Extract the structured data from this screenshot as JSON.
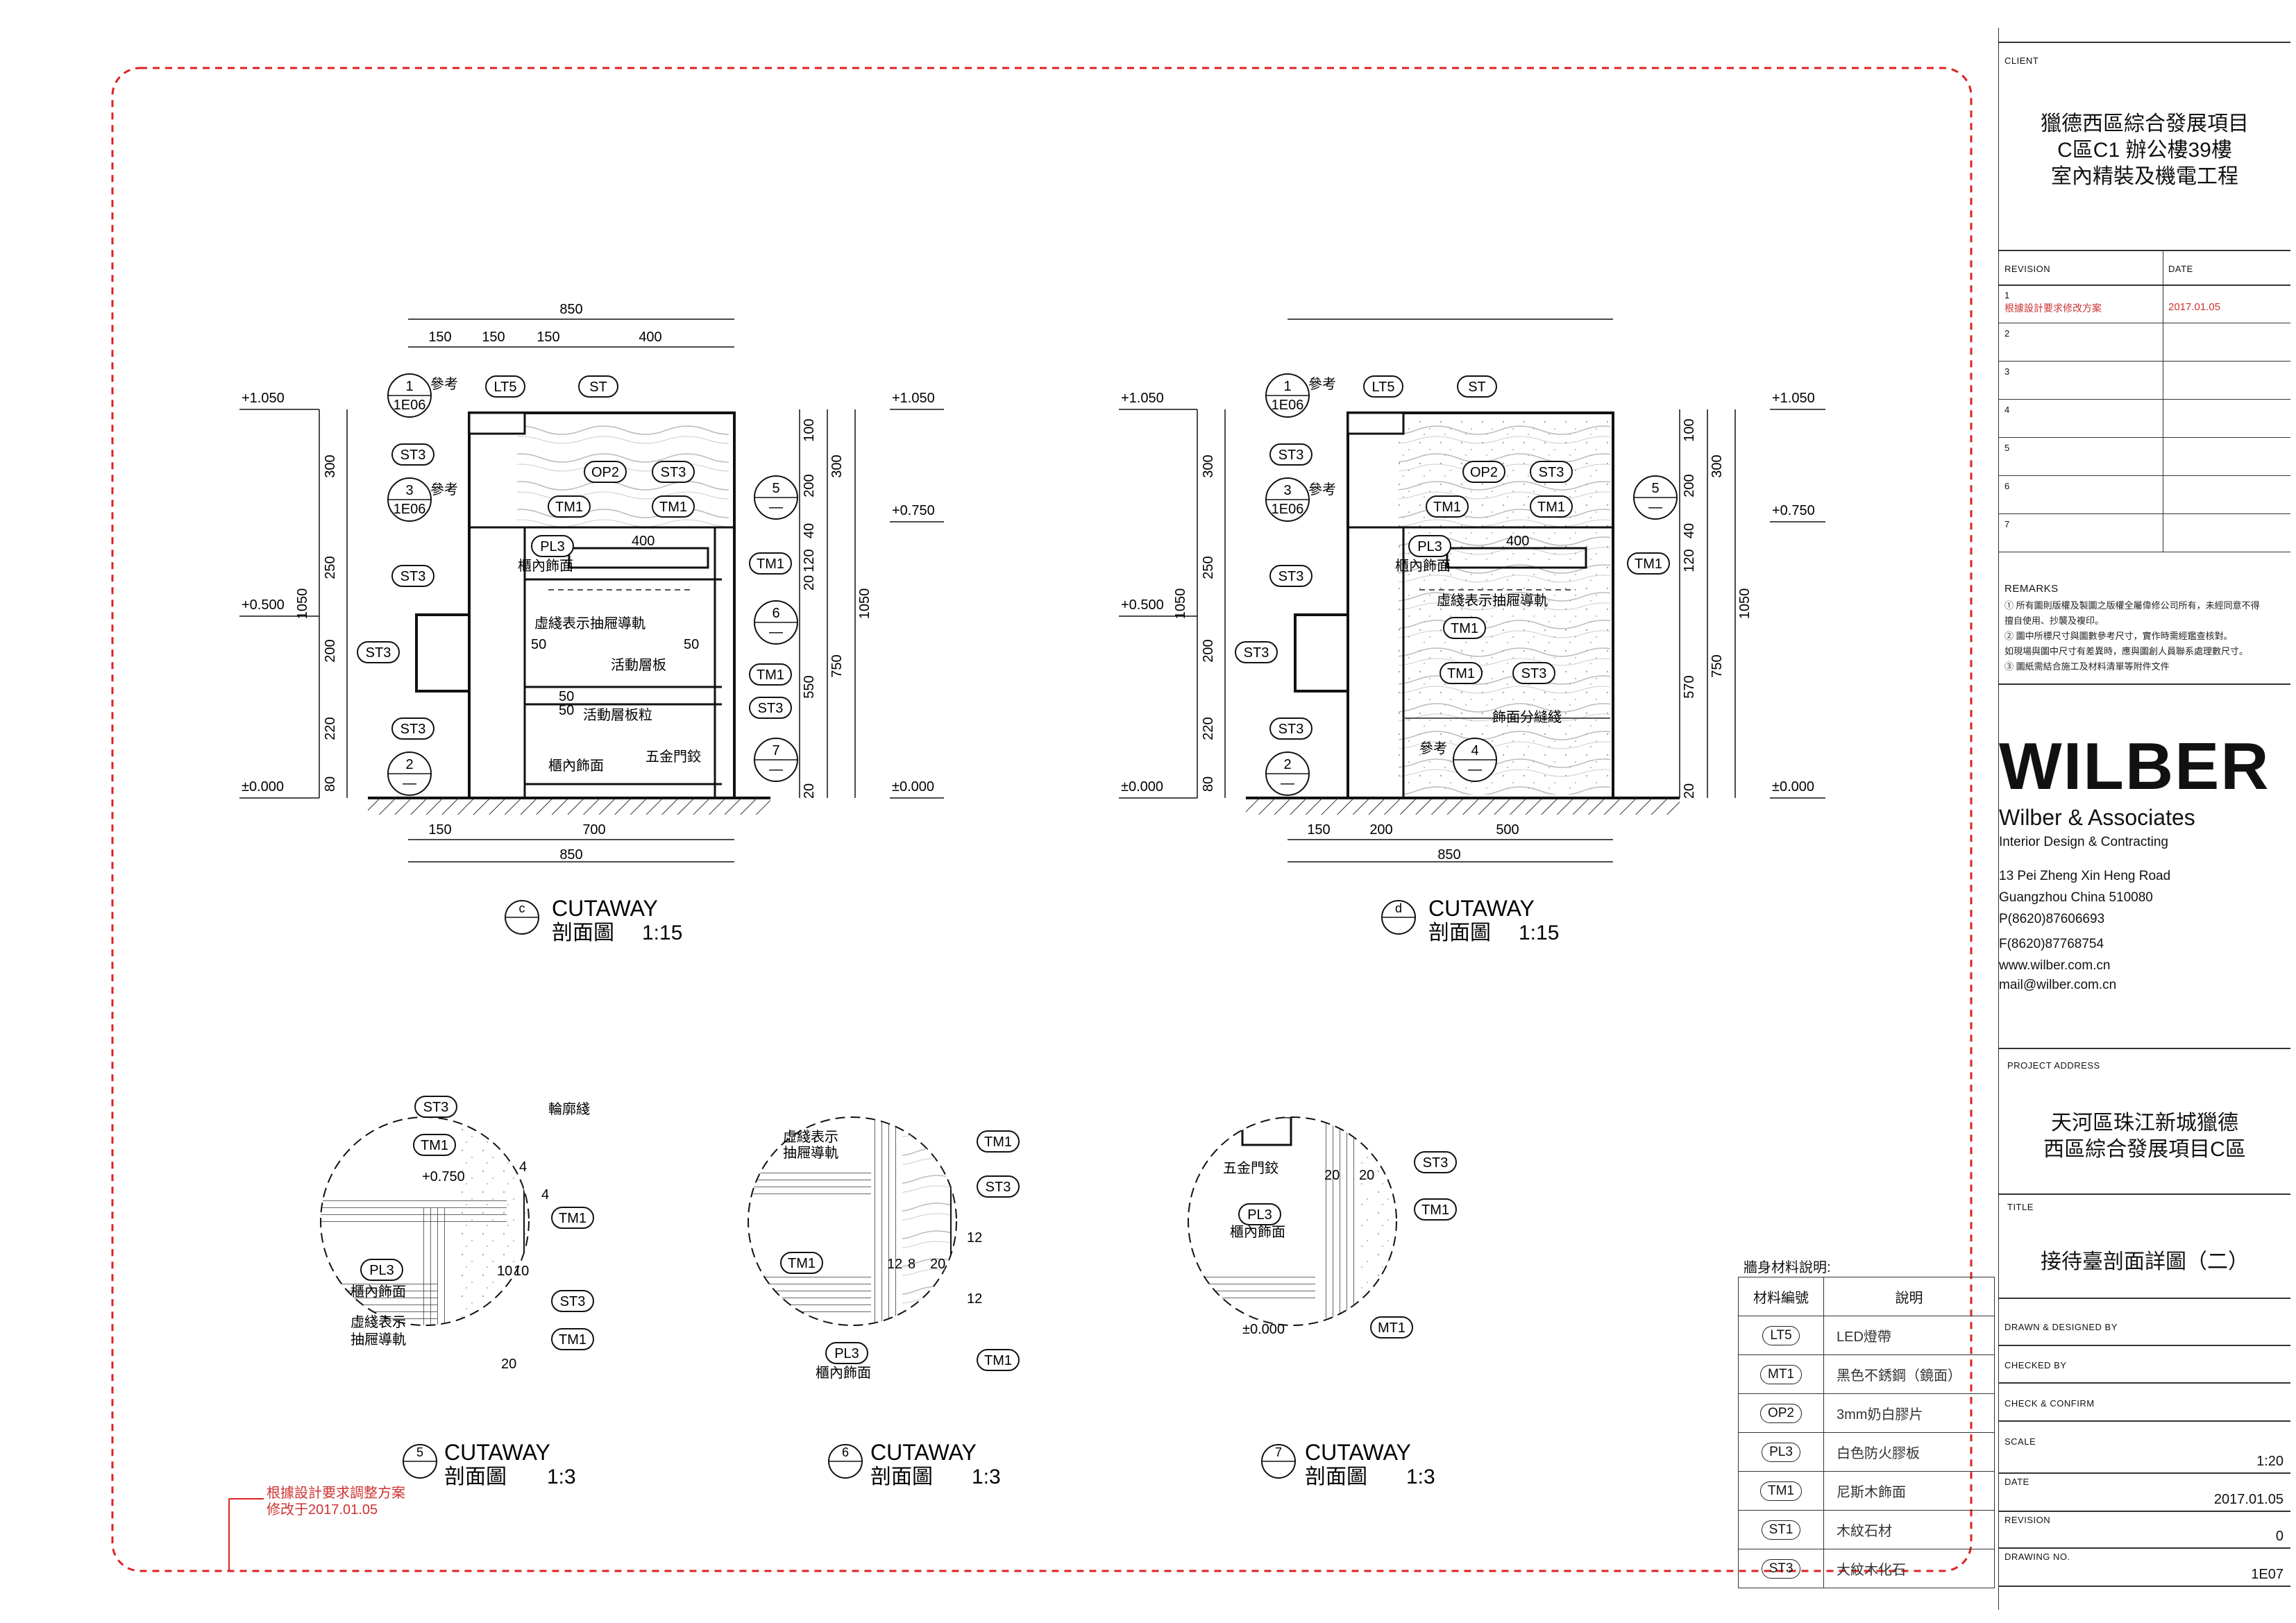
{
  "client": {
    "label": "CLIENT",
    "lines": [
      "獵德西區綜合發展項目",
      "C區C1 辦公樓39樓",
      "室內精裝及機電工程"
    ]
  },
  "revision": {
    "label": "REVISION",
    "date_label": "DATE",
    "rows": [
      {
        "no": "1",
        "desc": "根據設計要求修改方案",
        "date": "2017.01.05"
      },
      {
        "no": "2",
        "desc": "",
        "date": ""
      },
      {
        "no": "3",
        "desc": "",
        "date": ""
      },
      {
        "no": "4",
        "desc": "",
        "date": ""
      },
      {
        "no": "5",
        "desc": "",
        "date": ""
      },
      {
        "no": "6",
        "desc": "",
        "date": ""
      },
      {
        "no": "7",
        "desc": "",
        "date": ""
      }
    ]
  },
  "remarks": {
    "label": "REMARKS",
    "lines": [
      "① 所有圖則版權及製圖之版權全屬偉修公司所有，未經同意不得",
      "   擅自使用、抄襲及複印。",
      "② 圖中所標尺寸與圖數參考尺寸，實作時需經鑑查核對。",
      "   如現場與圖中尺寸有差異時，應與圖創人員聯系處理數尺寸。",
      "③ 圖紙需結合施工及材料清單等附件文件"
    ]
  },
  "company": {
    "logo": "WILBER",
    "name": "Wilber & Associates",
    "tagline": "Interior Design & Contracting",
    "address_lines": [
      "13 Pei Zheng Xin Heng Road",
      "Guangzhou China 510080",
      "P(8620)87606693",
      "F(8620)87768754",
      "www.wilber.com.cn",
      "mail@wilber.com.cn"
    ]
  },
  "project_address": {
    "label": "PROJECT ADDRESS",
    "lines": [
      "天河區珠江新城獵德",
      "西區綜合發展項目C區"
    ]
  },
  "title_block": {
    "title_label": "TITLE",
    "title": "接待臺剖面詳圖（二）",
    "drawn_label": "DRAWN & DESIGNED BY",
    "checked_label": "CHECKED BY",
    "confirm_label": "CHECK & CONFIRM",
    "scale_label": "SCALE",
    "scale": "1:20",
    "date_label": "DATE",
    "date": "2017.01.05",
    "revision_label": "REVISION",
    "revision": "0",
    "drawing_no_label": "DRAWING NO.",
    "drawing_no": "1E07"
  },
  "legend": {
    "title": "牆身材料說明:",
    "header_code": "材料編號",
    "header_desc": "說明",
    "rows": [
      {
        "code": "LT5",
        "desc": "LED燈帶"
      },
      {
        "code": "MT1",
        "desc": "黑色不銹鋼（鏡面）"
      },
      {
        "code": "OP2",
        "desc": "3mm奶白膠片"
      },
      {
        "code": "PL3",
        "desc": "白色防火膠板"
      },
      {
        "code": "TM1",
        "desc": "尼斯木飾面"
      },
      {
        "code": "ST1",
        "desc": "木紋石材"
      },
      {
        "code": "ST3",
        "desc": "大紋木化石"
      }
    ]
  },
  "revision_note": {
    "line1": "根據設計要求調整方案",
    "line2": "修改于2017.01.05"
  },
  "section_c": {
    "marker": "c",
    "title": "CUTAWAY",
    "subtitle": "剖面圖",
    "scale": "1:15",
    "top_dims": [
      "850",
      "150",
      "150",
      "150",
      "400"
    ],
    "bottom_dims": [
      "150",
      "700",
      "850"
    ],
    "left_dims": [
      "300",
      "250",
      "200",
      "220",
      "80",
      "1050"
    ],
    "right_dims": [
      "100",
      "200",
      "40",
      "120",
      "20",
      "550",
      "20",
      "300",
      "750",
      "1050"
    ],
    "levels": [
      "+1.050",
      "+0.750",
      "+0.500",
      "±0.000"
    ],
    "tags": [
      "LT5",
      "ST",
      "OP2",
      "ST3",
      "TM1",
      "TM1",
      "ST3",
      "ST3",
      "ST3",
      "ST3",
      "PL3",
      "TM1",
      "TM1",
      "ST3"
    ],
    "notes": [
      "櫃內飾面",
      "虛綫表示抽屜導軌",
      "活動層板",
      "活動層板粒",
      "櫃內飾面",
      "五金門鉸",
      "參考",
      "參考"
    ],
    "refs": [
      {
        "top": "1",
        "bottom": "1E06"
      },
      {
        "top": "3",
        "bottom": "1E06"
      },
      {
        "top": "2",
        "bottom": "—"
      },
      {
        "top": "5",
        "bottom": "—"
      },
      {
        "top": "6",
        "bottom": "—"
      },
      {
        "top": "7",
        "bottom": "—"
      }
    ],
    "small_dims": [
      "400",
      "50",
      "50",
      "50",
      "50"
    ]
  },
  "section_d": {
    "marker": "d",
    "title": "CUTAWAY",
    "subtitle": "剖面圖",
    "scale": "1:15",
    "bottom_dims": [
      "150",
      "200",
      "500",
      "850"
    ],
    "left_dims": [
      "300",
      "250",
      "200",
      "220",
      "80",
      "1050"
    ],
    "right_dims": [
      "100",
      "200",
      "40",
      "120",
      "570",
      "20",
      "300",
      "750",
      "1050"
    ],
    "levels": [
      "+1.050",
      "+0.750",
      "+0.500",
      "±0.000"
    ],
    "tags": [
      "LT5",
      "ST",
      "OP2",
      "ST3",
      "TM1",
      "TM1",
      "ST3",
      "ST3",
      "ST3",
      "ST3",
      "PL3",
      "TM1",
      "TM1",
      "TM1",
      "ST3"
    ],
    "notes": [
      "櫃內飾面",
      "虛綫表示抽屜導軌",
      "飾面分縫綫",
      "參考",
      "參考",
      "參考"
    ],
    "refs": [
      {
        "top": "1",
        "bottom": "1E06"
      },
      {
        "top": "3",
        "bottom": "1E06"
      },
      {
        "top": "2",
        "bottom": "—"
      },
      {
        "top": "5",
        "bottom": "—"
      },
      {
        "top": "4",
        "bottom": "—"
      }
    ],
    "small_dims": [
      "400"
    ]
  },
  "detail_5": {
    "marker": "5",
    "title": "CUTAWAY",
    "subtitle": "剖面圖",
    "scale": "1:3",
    "tags": [
      "ST3",
      "TM1",
      "TM1",
      "PL3",
      "ST3",
      "TM1"
    ],
    "notes": [
      "輪廓綫",
      "+0.750",
      "櫃內飾面",
      "虛綫表示",
      "抽屜導軌"
    ],
    "dims": [
      "4",
      "4",
      "10",
      "10",
      "20"
    ]
  },
  "detail_6": {
    "marker": "6",
    "title": "CUTAWAY",
    "subtitle": "剖面圖",
    "scale": "1:3",
    "tags": [
      "TM1",
      "ST3",
      "TM1",
      "PL3",
      "TM1"
    ],
    "notes": [
      "櫃內飾面",
      "虛綫表示",
      "抽屜導軌"
    ],
    "dims": [
      "12",
      "8",
      "20",
      "12",
      "12"
    ]
  },
  "detail_7": {
    "marker": "7",
    "title": "CUTAWAY",
    "subtitle": "剖面圖",
    "scale": "1:3",
    "tags": [
      "ST3",
      "TM1",
      "PL3",
      "MT1"
    ],
    "notes": [
      "五金門鉸",
      "櫃內飾面",
      "±0.000"
    ],
    "dims": [
      "20",
      "20"
    ]
  }
}
